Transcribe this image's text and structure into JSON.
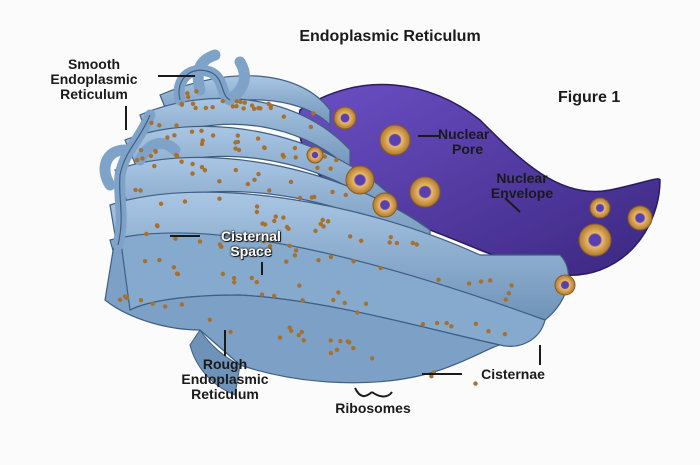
{
  "title": "Endoplasmic Reticulum",
  "figure_label": "Figure 1",
  "labels": {
    "smooth_er": [
      "Smooth",
      "Endoplasmic",
      "Reticulum"
    ],
    "nuclear_pore": [
      "Nuclear",
      "Pore"
    ],
    "nuclear_envelope": [
      "Nuclear",
      "Envelope"
    ],
    "cisternal_space": [
      "Cisternal",
      "Space"
    ],
    "rough_er": [
      "Rough",
      "Endoplasmic",
      "Reticulum"
    ],
    "ribosomes": "Ribosomes",
    "cisternae": "Cisternae"
  },
  "colors": {
    "er_fill": "#8fb3d6",
    "er_shade": "#6f93b8",
    "er_edge": "#3f5f82",
    "nucleus": "#5a3fb0",
    "nucleus_dark": "#3b2780",
    "pore": "#d9a24a",
    "ribosome": "#a8702c"
  }
}
